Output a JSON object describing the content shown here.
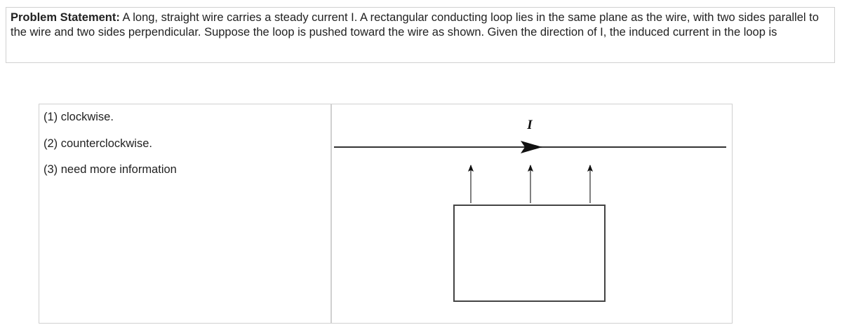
{
  "problem": {
    "label": "Problem Statement:",
    "text": " A long, straight wire carries a steady current I. A rectangular conducting loop lies in the same plane as the wire, with two sides parallel to the wire and two sides perpendicular. Suppose the loop is pushed toward the wire as shown. Given the direction of I, the induced current in the loop is"
  },
  "options": [
    "(1)  clockwise.",
    "(2)  counterclockwise.",
    "(3)  need more information"
  ],
  "figure": {
    "current_label": "I"
  }
}
